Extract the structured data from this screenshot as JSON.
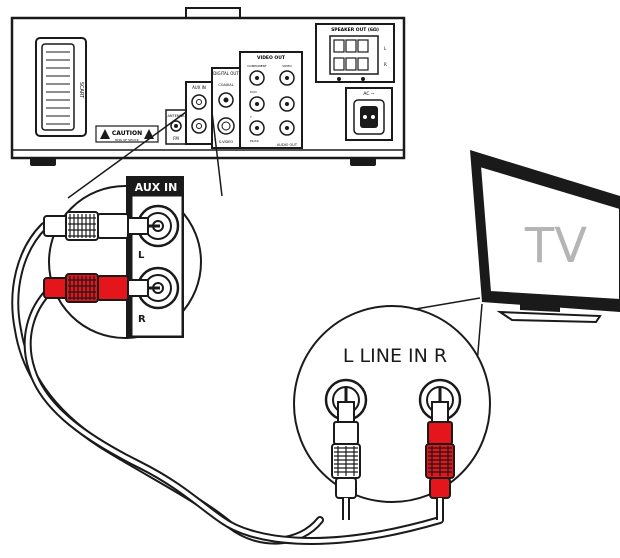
{
  "device": {
    "port_labels": {
      "scart": "SCART",
      "caution": "CAUTION",
      "caution_sub": "RISK OF SHOCK",
      "antenna": "ANTENNA",
      "fm": "FM",
      "aux_in_small": "AUX IN",
      "digital_out": "DIGITAL OUT",
      "coaxial": "COAXIAL",
      "s_video": "S-VIDEO",
      "video_out": "VIDEO    OUT",
      "component": "COMPONENT",
      "video": "VIDEO",
      "pr_cr": "Pr/Cr",
      "y": "Y",
      "pb_cb": "Pb/Cb",
      "audio_out": "AUDIO OUT",
      "speaker_out": "SPEAKER OUT (6Ω)",
      "ac": "AC ~",
      "speaker_l": "L",
      "speaker_r": "R"
    }
  },
  "zoom": {
    "aux_in": "AUX IN",
    "left": "L",
    "right": "R"
  },
  "tv": {
    "label": "TV",
    "line_in": "L  LINE IN  R"
  },
  "colors": {
    "left_plug": "#e8e8e8",
    "right_plug": "#e4161b",
    "outline": "#1a1a1a",
    "tv_text": "#b5b5b5"
  }
}
